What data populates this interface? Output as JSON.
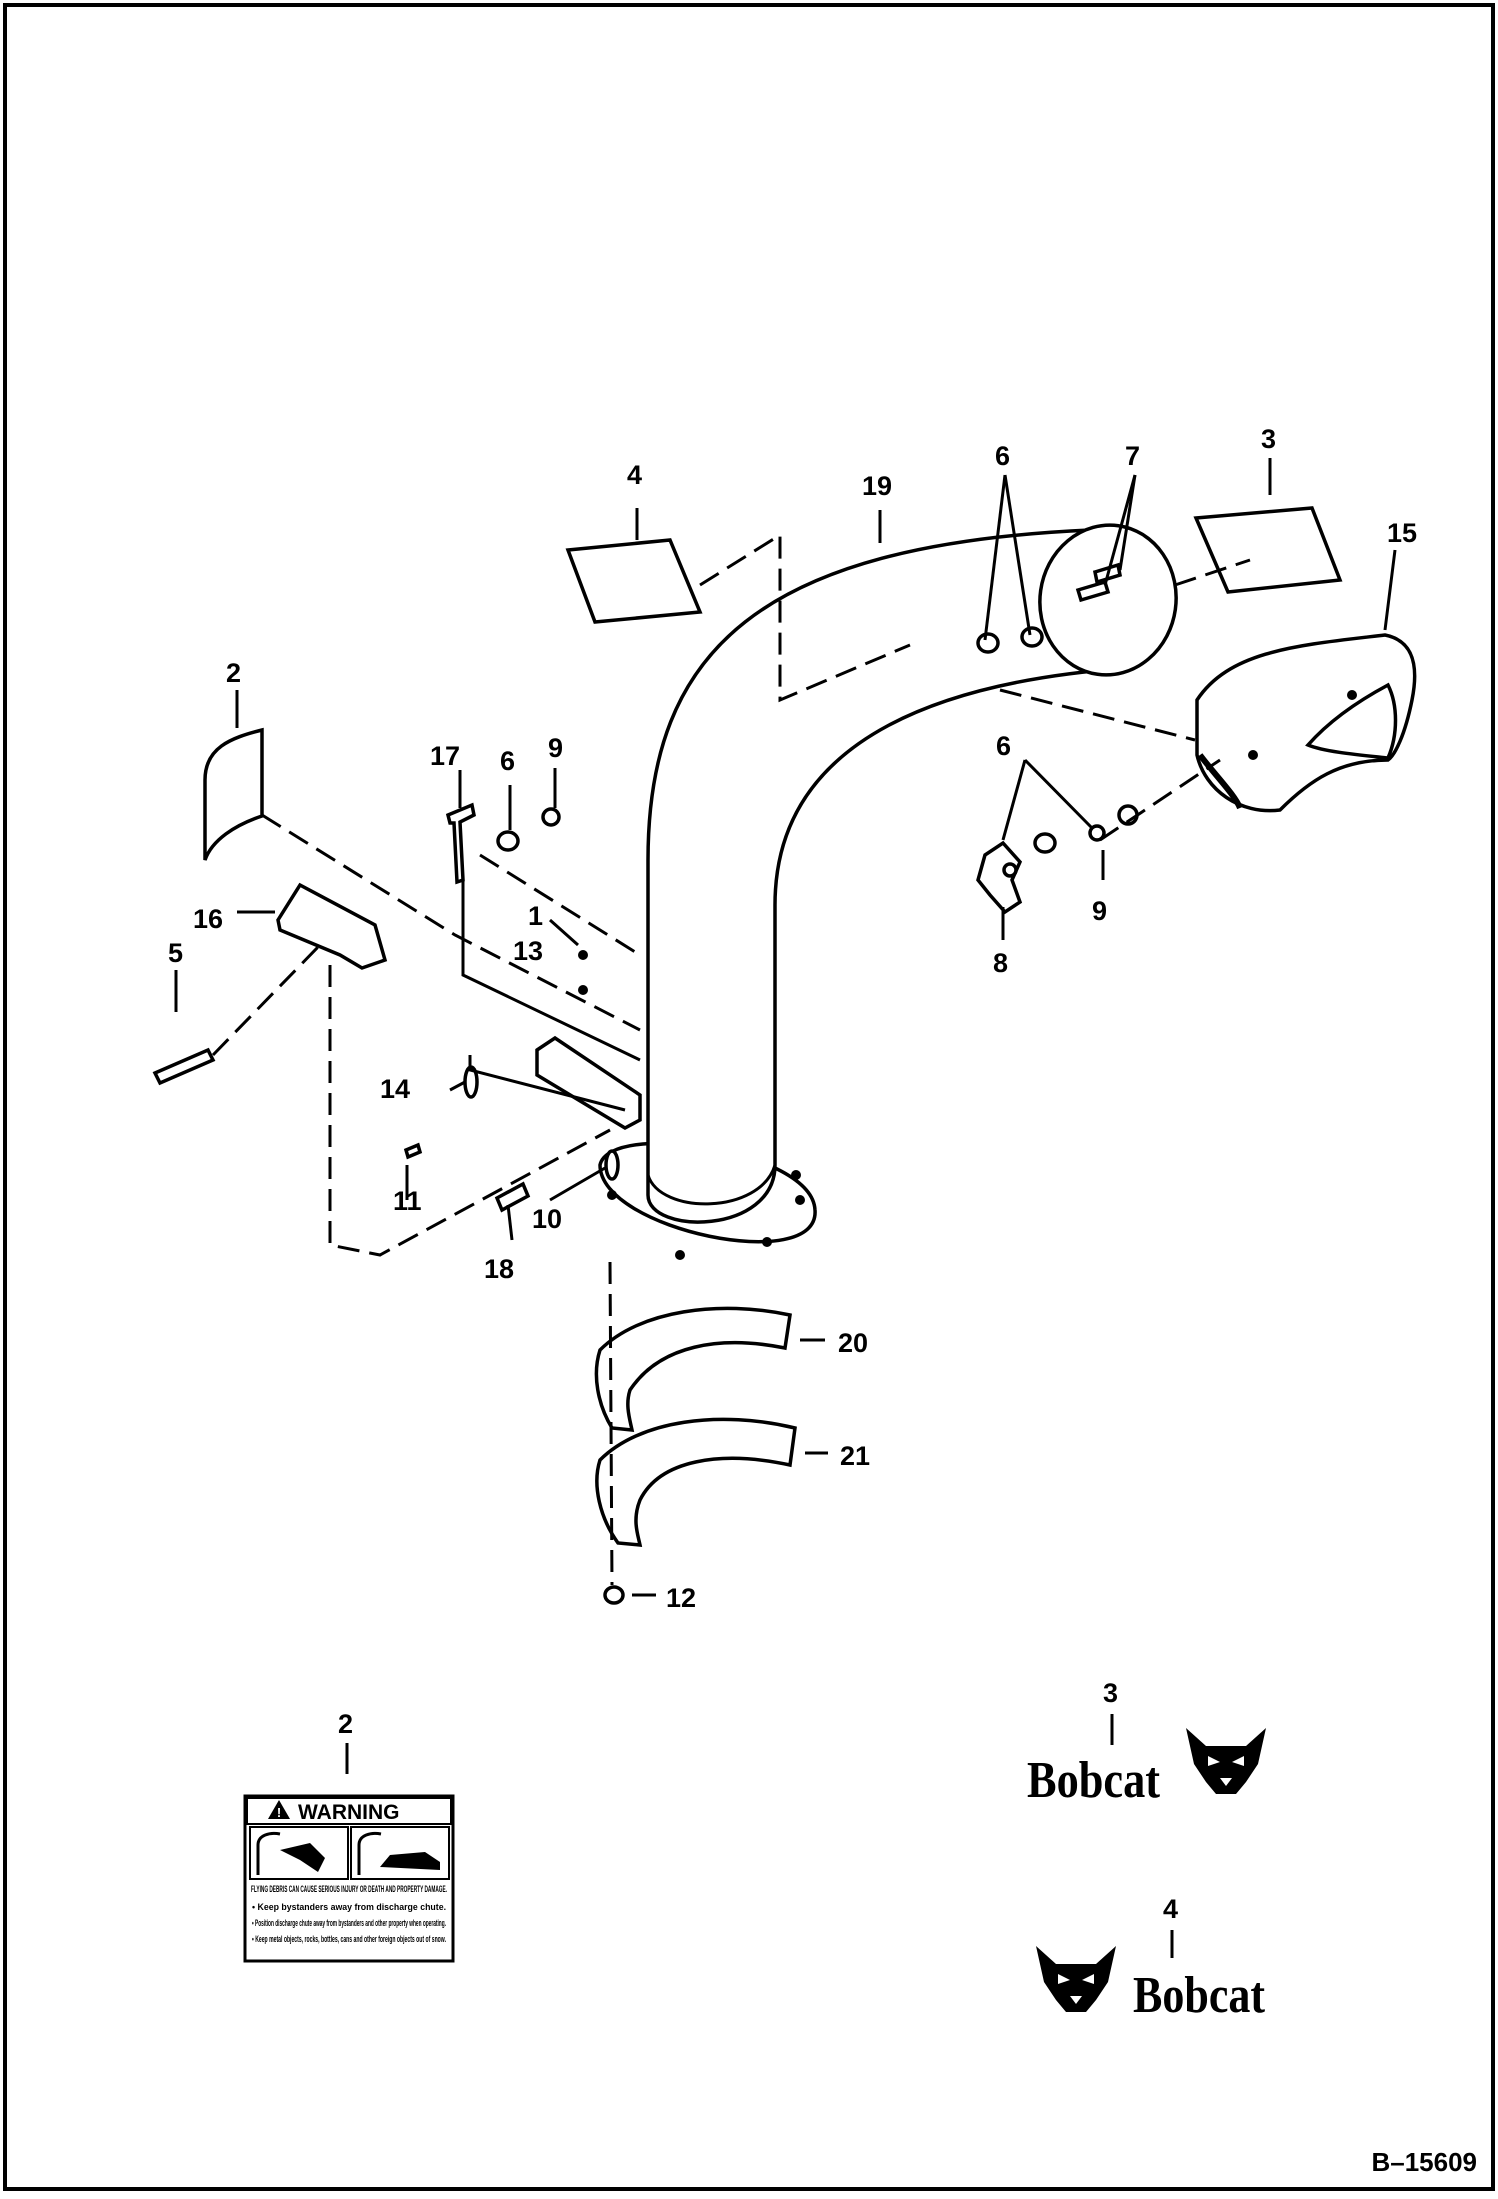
{
  "document": {
    "reference_number": "B–15609"
  },
  "callouts": {
    "c1": "1",
    "c2a": "2",
    "c2b": "2",
    "c3a": "3",
    "c3b": "3",
    "c4a": "4",
    "c4b": "4",
    "c5": "5",
    "c6a": "6",
    "c6b": "6",
    "c6c": "6",
    "c7": "7",
    "c8": "8",
    "c9a": "9",
    "c9b": "9",
    "c10": "10",
    "c11": "11",
    "c12": "12",
    "c13": "13",
    "c14": "14",
    "c15": "15",
    "c16": "16",
    "c17": "17",
    "c18": "18",
    "c19": "19",
    "c20": "20",
    "c21": "21"
  },
  "decals": {
    "brand_3": "Bobcat",
    "brand_4": "Bobcat",
    "warning": {
      "title": "WARNING",
      "hazard": "FLYING DEBRIS CAN CAUSE SERIOUS INJURY OR DEATH AND PROPERTY DAMAGE.",
      "bullets": [
        "• Keep bystanders away from discharge chute.",
        "• Position discharge chute away from bystanders and other property when operating.",
        "• Keep metal objects, rocks, bottles, cans and other foreign objects out of snow."
      ]
    }
  },
  "icons": [
    "bobcat-logo-icon",
    "warning-triangle-icon",
    "debris-hazard-icon",
    "vehicle-hazard-icon"
  ]
}
